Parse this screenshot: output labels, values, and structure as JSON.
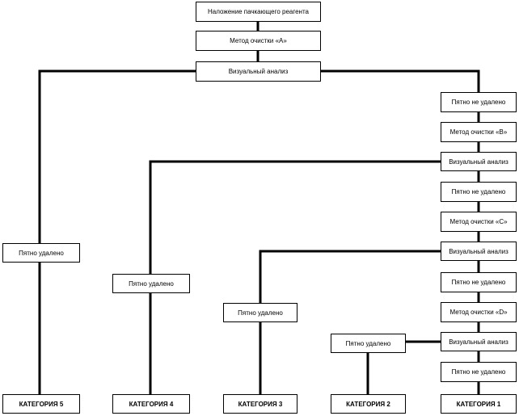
{
  "nodes": {
    "n_apply": "Наложение пачкающего реагента",
    "n_methodA": "Метод очистки «А»",
    "n_visual1": "Визуальный анализ",
    "n_spot_not1": "Пятно не удалено",
    "n_methodB": "Метод очистки «В»",
    "n_visual2": "Визуальный анализ",
    "n_spot_not2": "Пятно не удалено",
    "n_methodC": "Метод очистки «С»",
    "n_visual3": "Визуальный анализ",
    "n_spot_not3": "Пятно не удалено",
    "n_methodD": "Метод очистки «D»",
    "n_visual4": "Визуальный анализ",
    "n_spot_not4": "Пятно не удалено",
    "n_removed5": "Пятно удалено",
    "n_removed4": "Пятно удалено",
    "n_removed3": "Пятно удалено",
    "n_removed2": "Пятно удалено",
    "n_cat5": "КАТЕГОРИЯ 5",
    "n_cat4": "КАТЕГОРИЯ 4",
    "n_cat3": "КАТЕГОРИЯ 3",
    "n_cat2": "КАТЕГОРИЯ 2",
    "n_cat1": "КАТЕГОРИЯ 1"
  }
}
